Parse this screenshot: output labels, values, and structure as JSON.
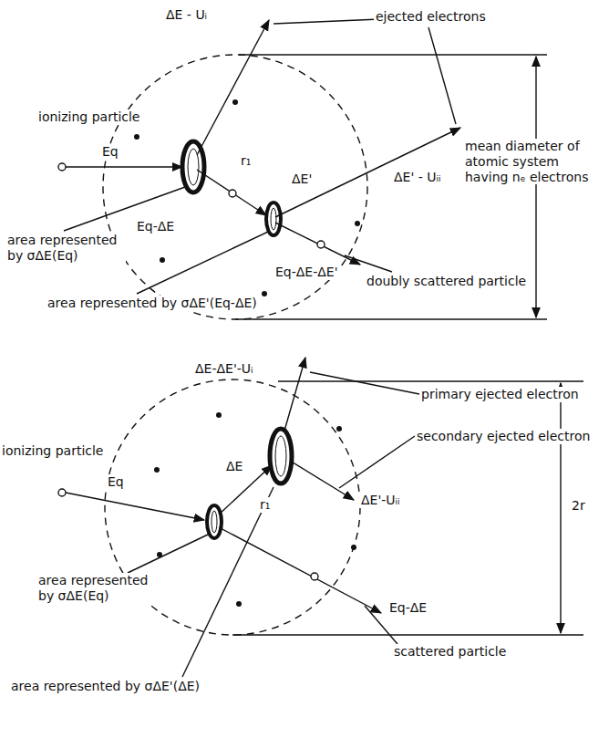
{
  "diagram": {
    "labels": [
      "ejected electrons",
      "ΔE - Uᵢ",
      "ionizing particle",
      "Eq",
      "r₁",
      "ΔE'",
      "mean diameter of atomic system having nₑ electrons",
      "Eq-ΔE",
      "Eq-ΔE-ΔE'",
      "ΔE' - Uᵢᵢ",
      "area represented by σΔE(Eq)",
      "area represented by σΔE'(Eq-ΔE)",
      "doubly scattered particle",
      "ΔE-ΔE'-Uᵢ",
      "primary ejected electron",
      "secondary ejected electron",
      "ionizing particle",
      "Eq",
      "ΔE",
      "r₁",
      "ΔE'-Uᵢᵢ",
      "2r",
      "area represented by σΔE(Eq)",
      "Eq-ΔE",
      "scattered particle",
      "area represented by σΔE'(ΔE)"
    ]
  }
}
